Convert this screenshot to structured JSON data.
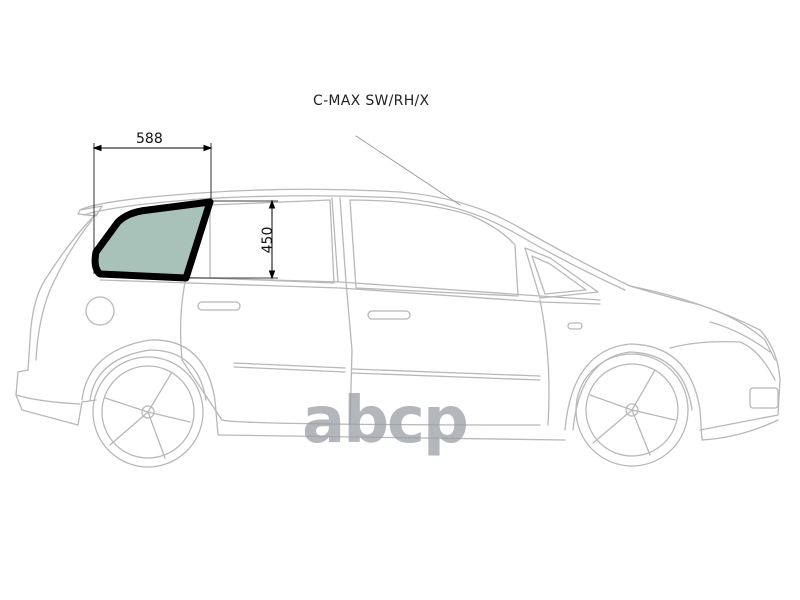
{
  "diagram": {
    "model_label": "C-MAX SW/RH/X",
    "dimensions": {
      "width_mm": "588",
      "height_mm": "450"
    },
    "highlighted_part": "rear-right-quarter-glass",
    "colors": {
      "glass_fill": "#a9c2b9",
      "glass_frame": "#000000",
      "car_outline": "#b3b3b3",
      "dimension_lines": "#000000",
      "watermark": "#9a9ea3"
    },
    "watermark": "abcp"
  }
}
